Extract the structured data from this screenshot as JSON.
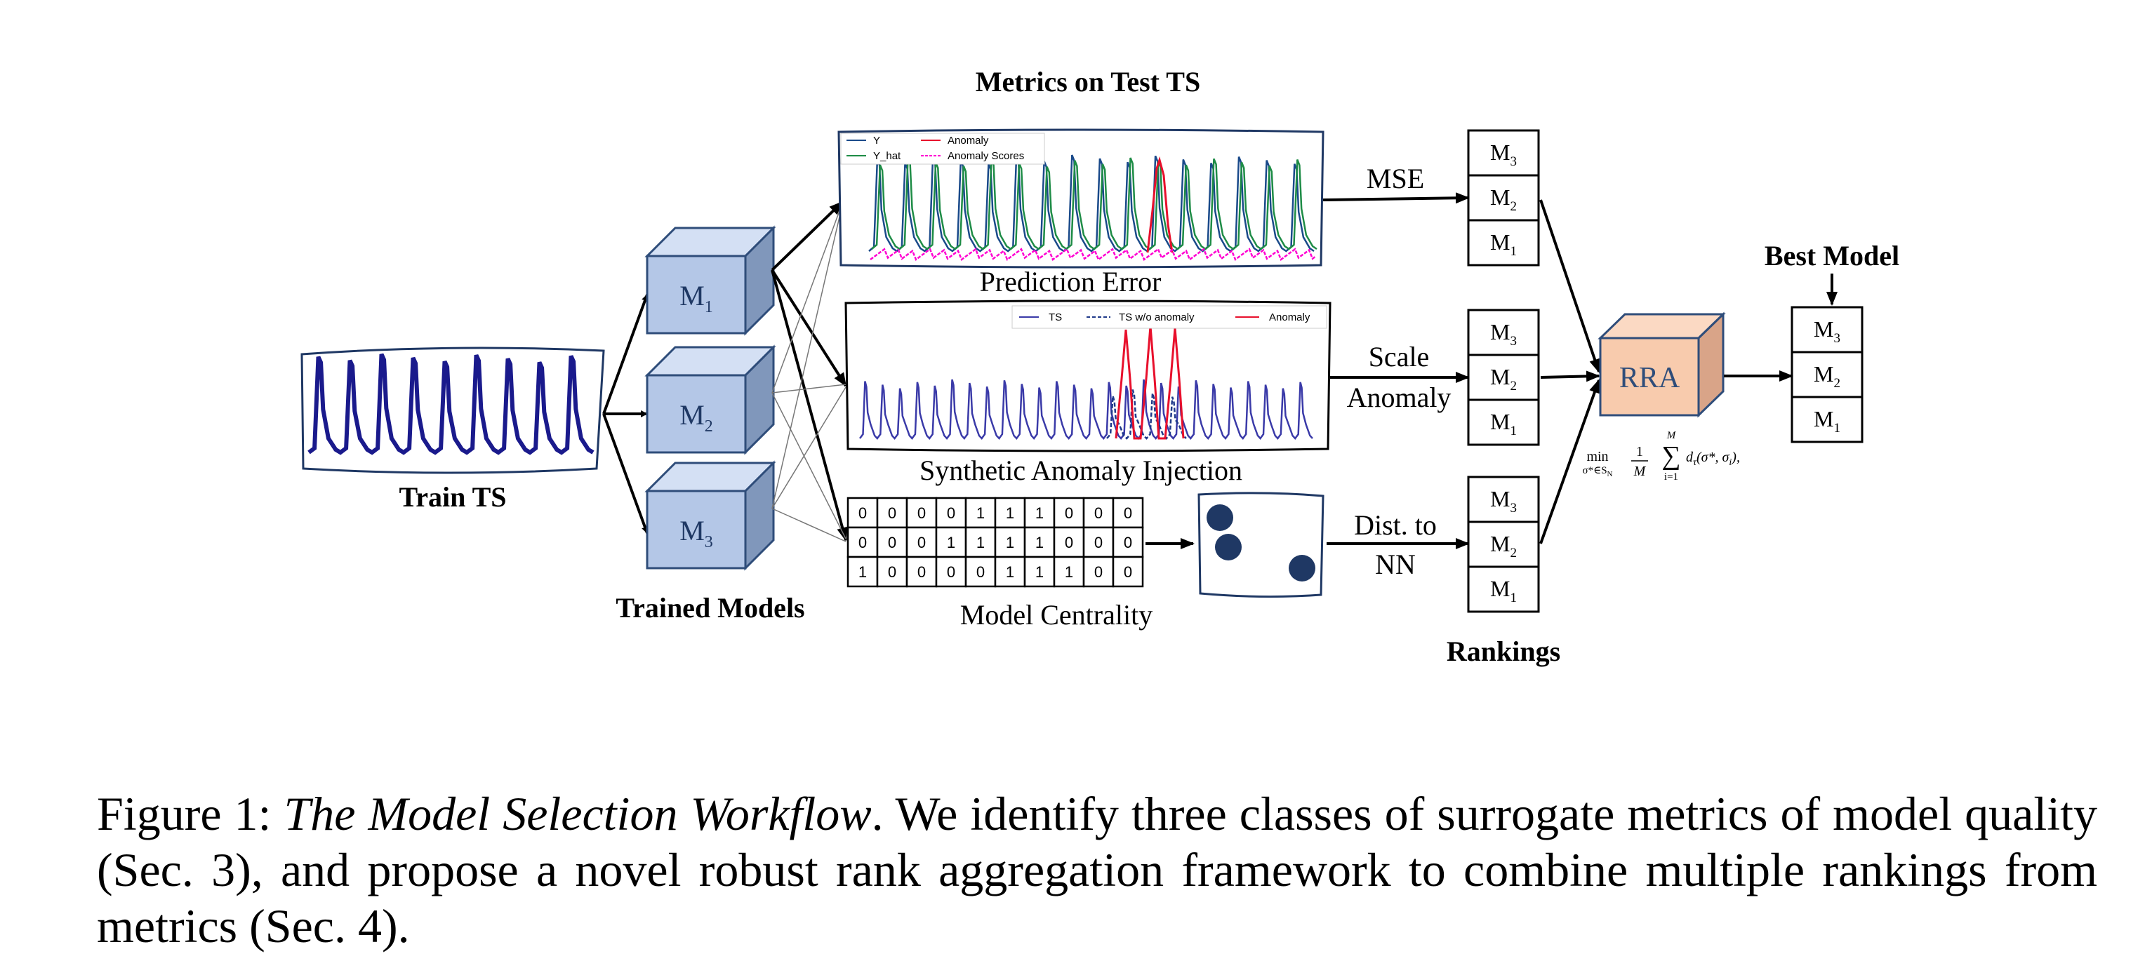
{
  "figure": {
    "metrics_title": "Metrics on Test TS",
    "train_label": "Train TS",
    "trained_models_label": "Trained Models",
    "rankings_label": "Rankings",
    "best_model_label": "Best Model",
    "rra_label": "RRA",
    "panels": {
      "prediction_error": "Prediction Error",
      "synthetic_anomaly": "Synthetic Anomaly Injection",
      "model_centrality": "Model Centrality"
    },
    "legend_pred": [
      "Y",
      "Anomaly",
      "Y_hat",
      "Anomaly Scores"
    ],
    "legend_synth": [
      "TS",
      "TS w/o anomaly",
      "Anomaly"
    ],
    "edge_labels": {
      "mse": "MSE",
      "scale": "Scale",
      "anomaly": "Anomaly",
      "dist": "Dist. to",
      "nn": "NN"
    },
    "models": [
      {
        "base": "M",
        "sub": "1"
      },
      {
        "base": "M",
        "sub": "2"
      },
      {
        "base": "M",
        "sub": "3"
      }
    ],
    "rank_rows": [
      {
        "base": "M",
        "sub": "3"
      },
      {
        "base": "M",
        "sub": "2"
      },
      {
        "base": "M",
        "sub": "1"
      }
    ],
    "centrality_matrix": [
      [
        "0",
        "0",
        "0",
        "0",
        "1",
        "1",
        "1",
        "0",
        "0",
        "0"
      ],
      [
        "0",
        "0",
        "0",
        "1",
        "1",
        "1",
        "1",
        "0",
        "0",
        "0"
      ],
      [
        "1",
        "0",
        "0",
        "0",
        "0",
        "1",
        "1",
        "1",
        "0",
        "0"
      ]
    ],
    "formula": {
      "min": "min",
      "under": "σ*∈S",
      "under_sub": "N",
      "frac_num": "1",
      "frac_den": "M",
      "sum_top": "M",
      "sum_sym": "∑",
      "sum_bottom": "i=1",
      "body": "d",
      "body_sub": "τ",
      "body_args": "(σ*, σ",
      "body_i": "i",
      "body_end": "),"
    }
  },
  "caption": {
    "label": "Figure 1:",
    "title": "The Model Selection Workflow",
    "text": ". We identify three classes of surrogate metrics of model quality (Sec. 3), and propose a novel robust rank aggregation framework to combine multiple rankings from metrics (Sec. 4)."
  },
  "colors": {
    "model_box": "#b4c7e7",
    "model_box_edge": "#2f4d7a",
    "model_text": "#1f3864",
    "rra_box": "#f8cbad",
    "rra_text": "#2f4d7a",
    "ts_line": "#1a1a8c",
    "y_line": "#1a4a8a",
    "yhat_line": "#1e8c46",
    "anomaly": "#e8102c",
    "anomaly_scores": "#ff00d2",
    "dots": "#1f3864"
  }
}
